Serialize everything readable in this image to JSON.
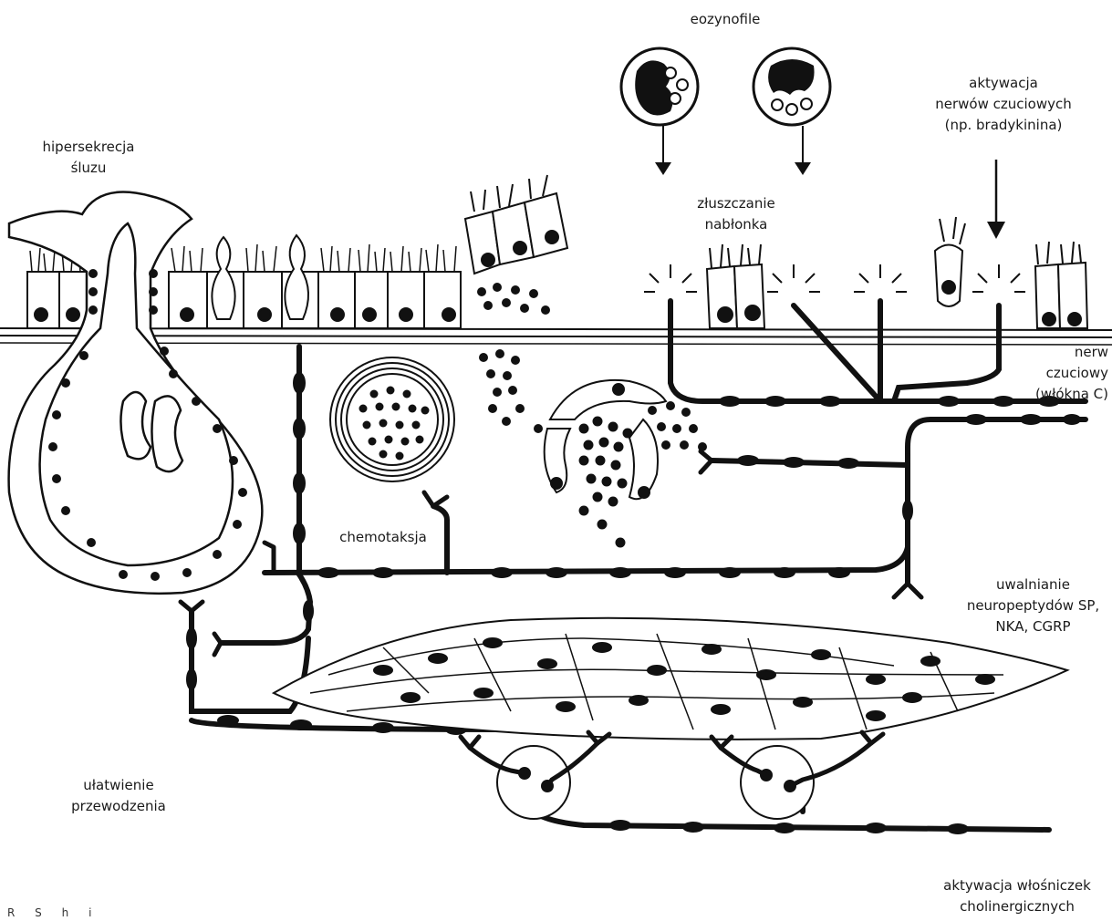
{
  "labels": {
    "eosinophils": "eozynofile",
    "sensory_activation": [
      "aktywacja",
      "nerwów czuciowych",
      "(np. bradykinina)"
    ],
    "mucus_hypersecretion": [
      "hipersekrecja",
      "śluzu"
    ],
    "epithelial_shedding": [
      "złuszczanie",
      "nabłonka"
    ],
    "sensory_nerve": [
      "nerw",
      "czuciowy",
      "(włókna C)"
    ],
    "chemotaxis": "chemotaksja",
    "neuropeptide_release": [
      "uwalnianie",
      "neuropeptydów SP,",
      "NKA, CGRP"
    ],
    "facilitated_conduction": [
      "ułatwienie",
      "przewodzenia"
    ],
    "cholinergic_activation": [
      "aktywacja włośniczek",
      "cholinergicznych"
    ]
  },
  "caption_fragments": [
    "R",
    "S",
    "h",
    "i"
  ]
}
